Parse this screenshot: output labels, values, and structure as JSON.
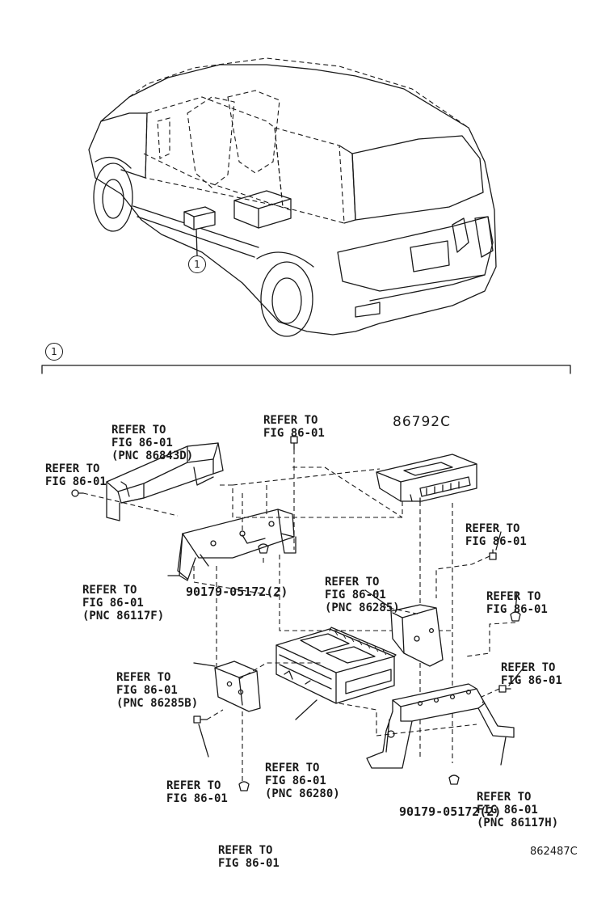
{
  "callouts": {
    "car_callout": "1",
    "section_callout": "1"
  },
  "refer": {
    "line1": "REFER TO",
    "line2": "FIG 86-01"
  },
  "labels": {
    "pnc_86843d": "(PNC 86843D)",
    "pnc_86117f": "(PNC 86117F)",
    "pnc_86285": "(PNC 86285)",
    "pnc_86285b": "(PNC 86285B)",
    "pnc_86280": "(PNC 86280)",
    "pnc_86117h": "(PNC 86117H)"
  },
  "parts": {
    "amplifier_number": "86792C",
    "screw_left": "90179-05172(2)",
    "screw_right": "90179-05172(2)"
  },
  "figure_code": "862487C"
}
